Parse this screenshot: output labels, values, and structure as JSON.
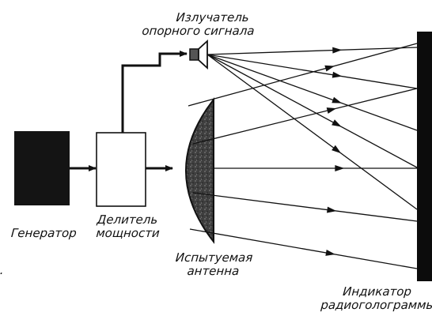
{
  "labels": {
    "emitter_line1": "Излучатель",
    "emitter_line2": "опорного  сигнала",
    "generator": "Генератор",
    "divider_line1": "Делитель",
    "divider_line2": "мощности",
    "antenna_line1": "Испытуемая",
    "antenna_line2": "антенна",
    "indicator_line1": "Индикатор",
    "indicator_line2": "радиоголограммы"
  },
  "colors": {
    "ink": "#111111",
    "generator_fill": "#141414",
    "antenna_fill": "#4a4a4a",
    "screen_fill": "#0c0c0c"
  },
  "side_mark": "."
}
